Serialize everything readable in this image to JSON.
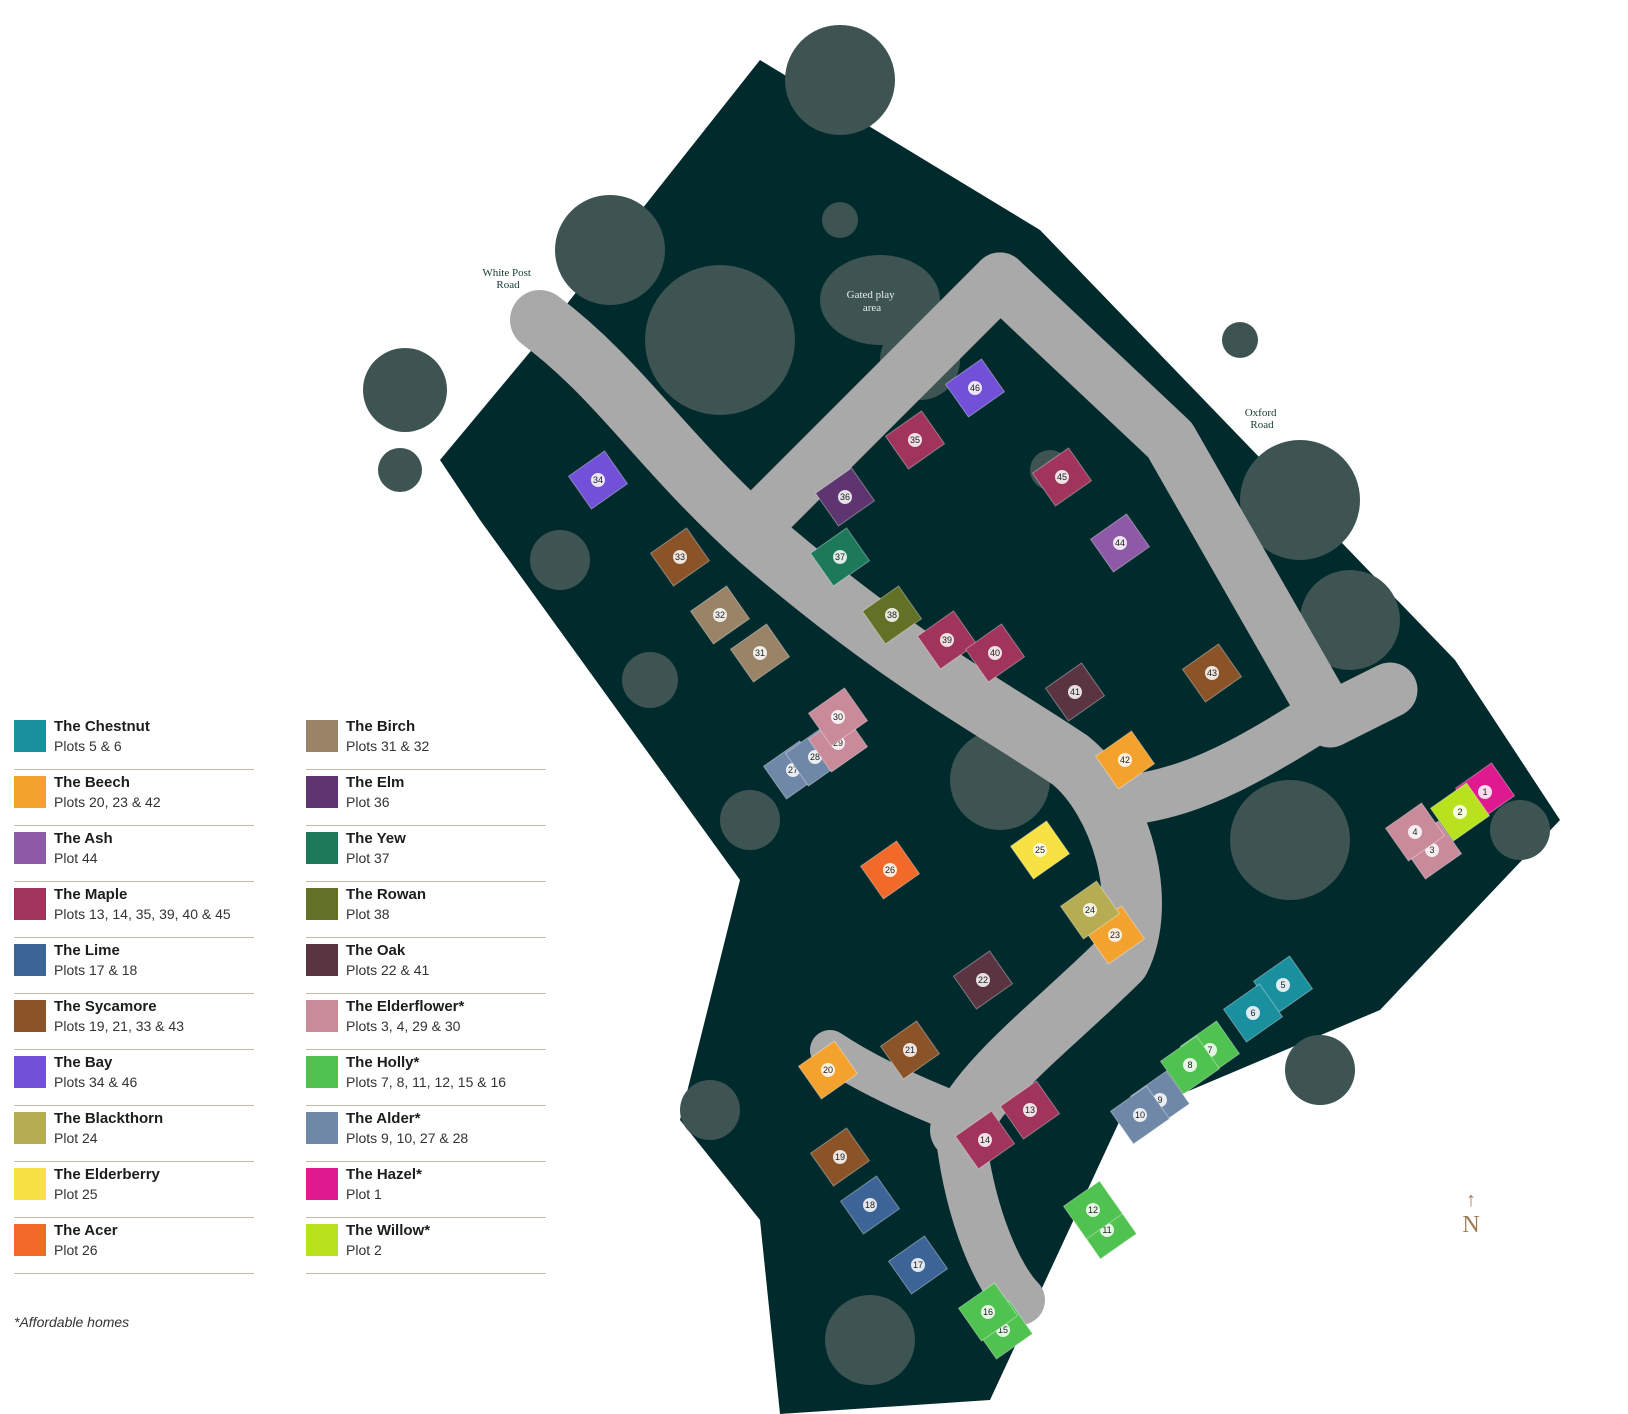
{
  "map_labels": {
    "white_post_road": [
      "White Post",
      "Road"
    ],
    "gated_play_area": [
      "Gated play",
      "area"
    ],
    "oxford_road": [
      "Oxford",
      "Road"
    ]
  },
  "north": {
    "arrow": "↑",
    "letter": "N"
  },
  "legend": [
    {
      "name": "The Chestnut",
      "plots": "Plots 5 & 6",
      "color": "#1a8f9e"
    },
    {
      "name": "The Beech",
      "plots": "Plots 20, 23 & 42",
      "color": "#f3a22e"
    },
    {
      "name": "The Ash",
      "plots": "Plot 44",
      "color": "#8e5aa8"
    },
    {
      "name": "The Maple",
      "plots": "Plots 13, 14, 35, 39, 40 & 45",
      "color": "#a0345a"
    },
    {
      "name": "The Lime",
      "plots": "Plots 17 & 18",
      "color": "#3d6496"
    },
    {
      "name": "The Sycamore",
      "plots": "Plots 19, 21, 33 & 43",
      "color": "#8a5428"
    },
    {
      "name": "The Bay",
      "plots": "Plots 34 & 46",
      "color": "#7250d8"
    },
    {
      "name": "The Blackthorn",
      "plots": "Plot 24",
      "color": "#b6ad52"
    },
    {
      "name": "The Elderberry",
      "plots": "Plot 25",
      "color": "#f8e142"
    },
    {
      "name": "The Acer",
      "plots": "Plot 26",
      "color": "#f26a2a"
    },
    {
      "name": "The Birch",
      "plots": "Plots 31 & 32",
      "color": "#9a8468"
    },
    {
      "name": "The Elm",
      "plots": "Plot 36",
      "color": "#5e3570"
    },
    {
      "name": "The Yew",
      "plots": "Plot 37",
      "color": "#1c7a5a"
    },
    {
      "name": "The Rowan",
      "plots": "Plot 38",
      "color": "#637126"
    },
    {
      "name": "The Oak",
      "plots": "Plots 22 & 41",
      "color": "#5a3440"
    },
    {
      "name": "The Elderflower*",
      "plots": "Plots 3, 4, 29 & 30",
      "color": "#c98a9a"
    },
    {
      "name": "The Holly*",
      "plots": "Plots 7, 8, 11, 12, 15 & 16",
      "color": "#4fc24f"
    },
    {
      "name": "The Alder*",
      "plots": "Plots 9, 10, 27 & 28",
      "color": "#7088a8"
    },
    {
      "name": "The Hazel*",
      "plots": "Plot 1",
      "color": "#de1a8e"
    },
    {
      "name": "The Willow*",
      "plots": "Plot 2",
      "color": "#b8e21e"
    }
  ],
  "footnote": "*Affordable homes",
  "plots": [
    {
      "num": "1",
      "type": 18
    },
    {
      "num": "2",
      "type": 19
    },
    {
      "num": "3",
      "type": 15
    },
    {
      "num": "4",
      "type": 15
    },
    {
      "num": "5",
      "type": 0
    },
    {
      "num": "6",
      "type": 0
    },
    {
      "num": "7",
      "type": 16
    },
    {
      "num": "8",
      "type": 16
    },
    {
      "num": "9",
      "type": 17
    },
    {
      "num": "10",
      "type": 17
    },
    {
      "num": "11",
      "type": 16
    },
    {
      "num": "12",
      "type": 16
    },
    {
      "num": "13",
      "type": 3
    },
    {
      "num": "14",
      "type": 3
    },
    {
      "num": "15",
      "type": 16
    },
    {
      "num": "16",
      "type": 16
    },
    {
      "num": "17",
      "type": 4
    },
    {
      "num": "18",
      "type": 4
    },
    {
      "num": "19",
      "type": 5
    },
    {
      "num": "20",
      "type": 1
    },
    {
      "num": "21",
      "type": 5
    },
    {
      "num": "22",
      "type": 14
    },
    {
      "num": "23",
      "type": 1
    },
    {
      "num": "24",
      "type": 7
    },
    {
      "num": "25",
      "type": 8
    },
    {
      "num": "26",
      "type": 9
    },
    {
      "num": "27",
      "type": 17
    },
    {
      "num": "28",
      "type": 17
    },
    {
      "num": "29",
      "type": 15
    },
    {
      "num": "30",
      "type": 15
    },
    {
      "num": "31",
      "type": 10
    },
    {
      "num": "32",
      "type": 10
    },
    {
      "num": "33",
      "type": 5
    },
    {
      "num": "34",
      "type": 6
    },
    {
      "num": "35",
      "type": 3
    },
    {
      "num": "36",
      "type": 11
    },
    {
      "num": "37",
      "type": 12
    },
    {
      "num": "38",
      "type": 13
    },
    {
      "num": "39",
      "type": 3
    },
    {
      "num": "40",
      "type": 3
    },
    {
      "num": "41",
      "type": 14
    },
    {
      "num": "42",
      "type": 1
    },
    {
      "num": "43",
      "type": 5
    },
    {
      "num": "44",
      "type": 2
    },
    {
      "num": "45",
      "type": 3
    },
    {
      "num": "46",
      "type": 6
    }
  ]
}
